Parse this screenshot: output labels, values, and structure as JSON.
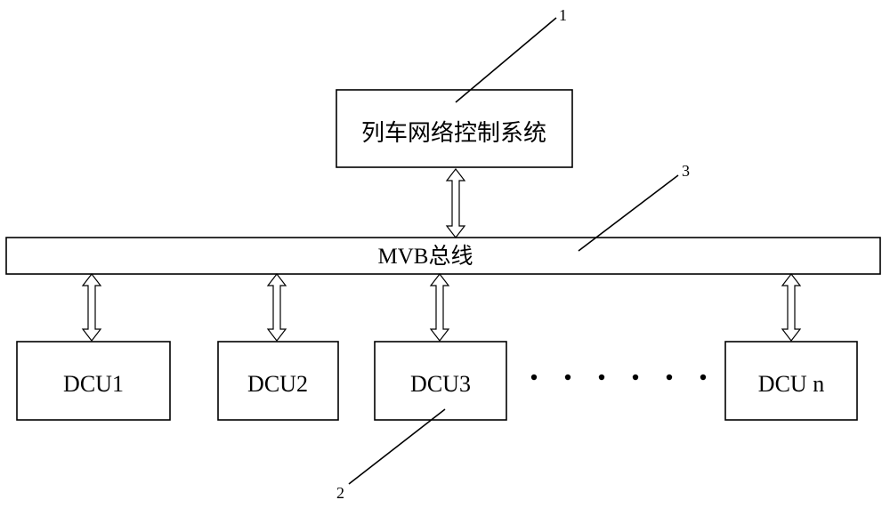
{
  "diagram": {
    "system_box": {
      "label": "列车网络控制系统",
      "ref": "1"
    },
    "bus": {
      "label": "MVB总线",
      "ref": "3"
    },
    "dcu_ref": "2",
    "dcus": [
      {
        "label": "DCU1"
      },
      {
        "label": "DCU2"
      },
      {
        "label": "DCU3"
      },
      {
        "label": "DCU n"
      }
    ],
    "ellipsis_dot_count": 6
  }
}
